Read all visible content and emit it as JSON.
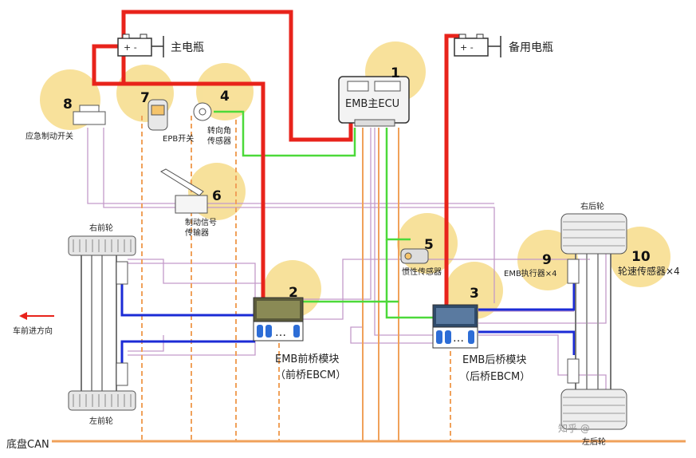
{
  "labels": {
    "main_battery": "主电瓶",
    "backup_battery": "备用电瓶",
    "main_ecu": "EMB主ECU",
    "emergency_switch": "应急制动开关",
    "epb_switch": "EPB开关",
    "steering_sensor_line1": "转向角",
    "steering_sensor_line2": "传感器",
    "brake_signal_line1": "制动信号",
    "brake_signal_line2": "传输器",
    "inertia_sensor": "惯性传感器",
    "front_module_line1": "EMB前桥模块",
    "front_module_line2": "（前桥EBCM）",
    "rear_module_line1": "EMB后桥模块",
    "rear_module_line2": "（后桥EBCM）",
    "emb_actuator": "EMB执行器×4",
    "wheel_speed_sensor": "轮速传感器×4",
    "right_front_wheel": "右前轮",
    "left_front_wheel": "左前轮",
    "right_rear_wheel": "右后轮",
    "left_rear_wheel": "左后轮",
    "vehicle_direction": "车前进方向",
    "chassis_can": "底盘CAN",
    "battery_plus_minus": "+ -",
    "ellipsis": "…",
    "watermark": "知乎 @"
  },
  "markers": [
    "1",
    "2",
    "3",
    "4",
    "5",
    "6",
    "7",
    "8",
    "9",
    "10"
  ],
  "colors": {
    "power_line": "#e8231b",
    "signal_green": "#4cd93a",
    "wheel_blue": "#1b2bd6",
    "can_orange": "#f0a15a",
    "lilac_wire": "#c39ac9",
    "highlight": "#f5d77a"
  }
}
